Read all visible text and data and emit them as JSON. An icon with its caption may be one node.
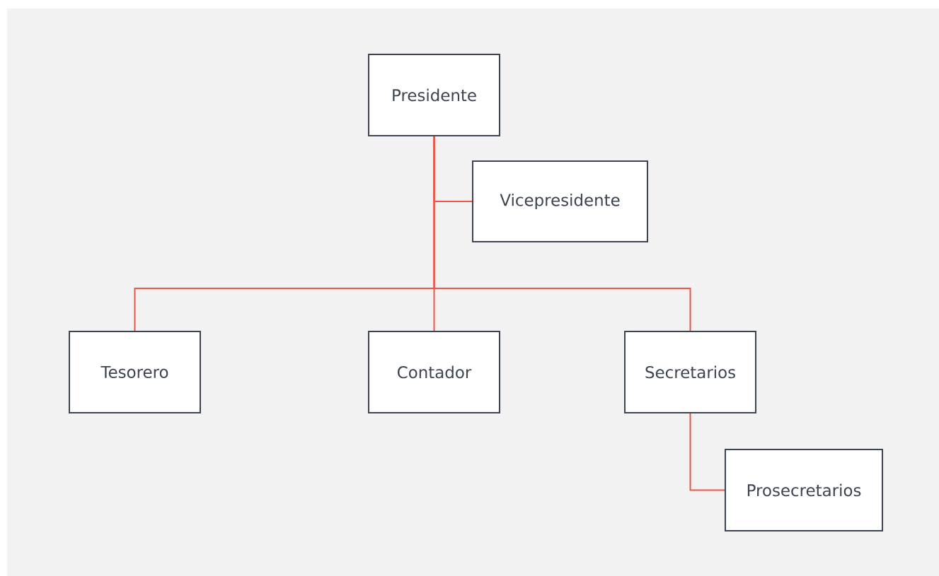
{
  "diagram": {
    "nodes": [
      {
        "text": [
          "Presidente"
        ]
      },
      {
        "text": [
          "Vicepresidente"
        ]
      },
      {
        "text": [
          "Tesorero"
        ]
      },
      {
        "text": [
          "Contador"
        ]
      },
      {
        "text": [
          "Secretarios"
        ]
      },
      {
        "text": [
          "Prosecretarios"
        ]
      }
    ],
    "edges": [
      {
        "from": 0,
        "to": 1,
        "arrow": "none"
      },
      {
        "from": 0,
        "to": 2,
        "arrow": "none"
      },
      {
        "from": 0,
        "to": 3,
        "arrow": "none"
      },
      {
        "from": 0,
        "to": 4,
        "arrow": "none"
      },
      {
        "from": 4,
        "to": 5,
        "arrow": "none"
      }
    ]
  }
}
